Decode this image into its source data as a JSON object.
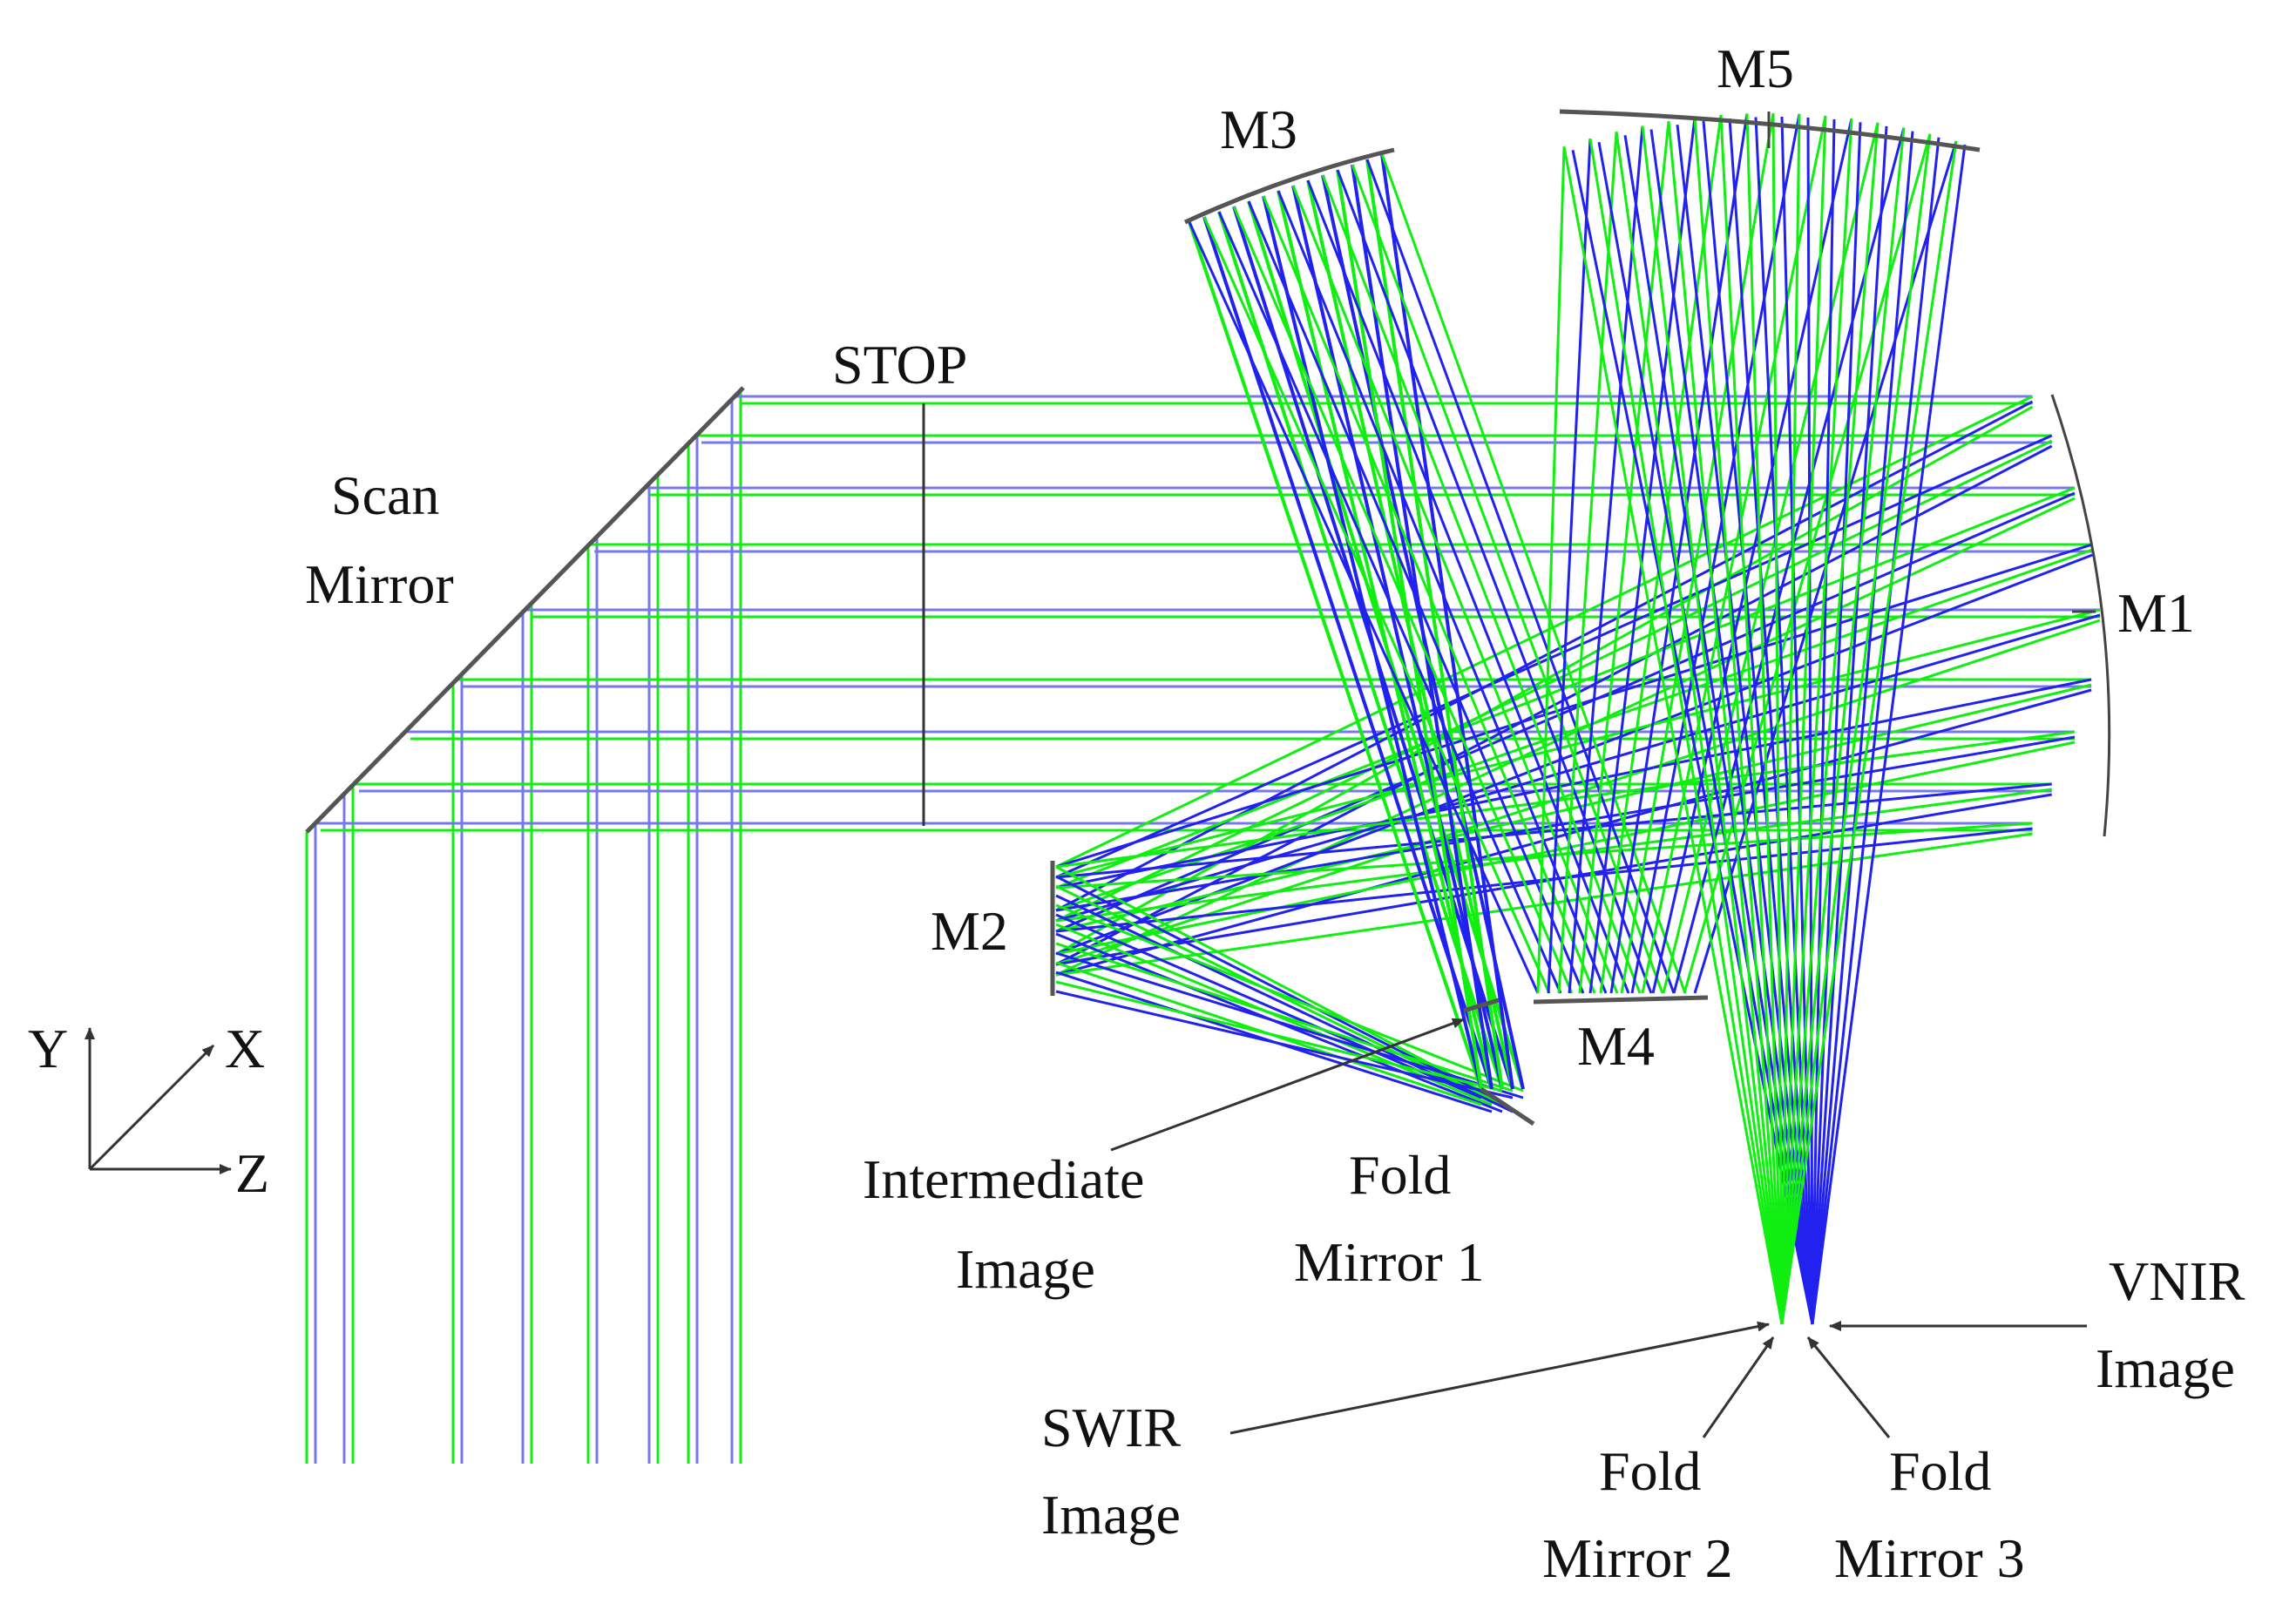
{
  "labels": {
    "m5": "M5",
    "m3": "M3",
    "stop": "STOP",
    "scan_line1": "Scan",
    "scan_line2": "Mirror",
    "m1": "M1",
    "m2": "M2",
    "m4": "M4",
    "intermediate_line1": "Intermediate",
    "intermediate_line2": "Image",
    "fold1_line1": "Fold",
    "fold1_line2": "Mirror 1",
    "vnir_line1": "VNIR",
    "vnir_line2": "Image",
    "swir_line1": "SWIR",
    "swir_line2": "Image",
    "fold2_line1": "Fold",
    "fold2_line2": "Mirror 2",
    "fold3_line1": "Fold",
    "fold3_line2": "Mirror 3",
    "axis_y": "Y",
    "axis_x": "X",
    "axis_z": "Z"
  },
  "colors": {
    "ray_green": "#11ee11",
    "ray_blue": "#2222ee",
    "ray_blue_light": "#7777ee",
    "mirror": "#555555",
    "text": "#111111"
  }
}
